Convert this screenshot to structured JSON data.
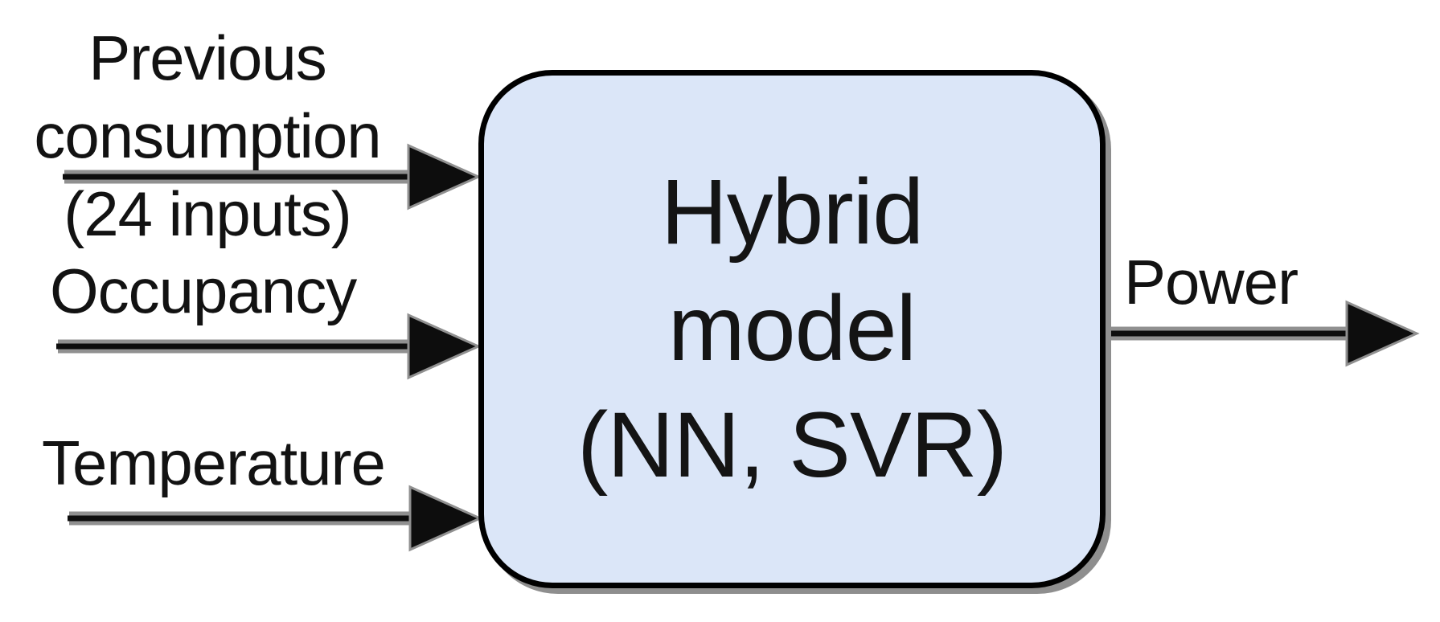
{
  "diagram": {
    "type": "block-diagram",
    "background_color": "#ffffff",
    "box": {
      "lines": [
        "Hybrid",
        "model",
        "(NN, SVR)"
      ],
      "full_label": "Hybrid model (NN, SVR)",
      "fill_color": "#dbe6f8",
      "border_color": "#000000",
      "shadow_color": "#8e8e8e"
    },
    "inputs": [
      {
        "id": "previous-consumption",
        "lines": [
          "Previous",
          "consumption",
          "(24 inputs)"
        ],
        "full_label": "Previous consumption (24 inputs)"
      },
      {
        "id": "occupancy",
        "lines": [
          "Occupancy"
        ],
        "full_label": "Occupancy"
      },
      {
        "id": "temperature",
        "lines": [
          "Temperature"
        ],
        "full_label": "Temperature"
      }
    ],
    "output": {
      "id": "power",
      "label": "Power"
    },
    "colors": {
      "arrow": "#0d0d0d",
      "arrow_halo": "#909090",
      "text": "#121212"
    }
  }
}
